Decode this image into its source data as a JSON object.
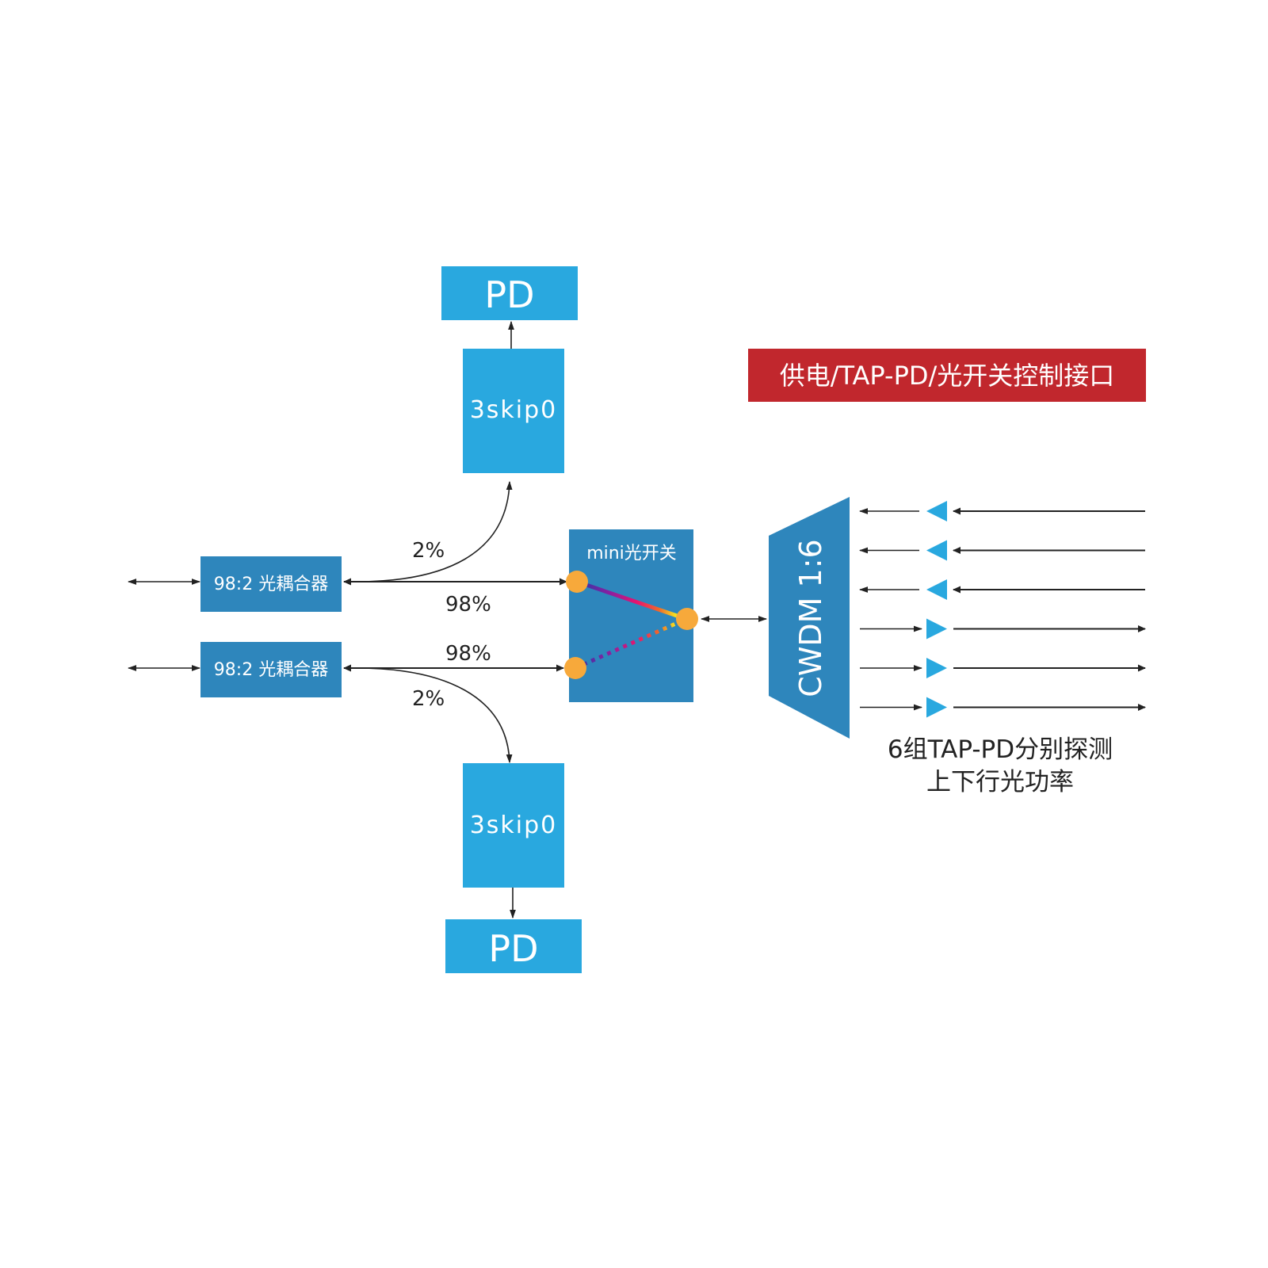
{
  "colors": {
    "light_blue": "#29a8df",
    "mid_blue": "#2e86bc",
    "red": "#c1272d",
    "orange": "#f7a93b",
    "line": "#222222",
    "text_white": "#ffffff"
  },
  "top_branch": {
    "pd_label": "PD",
    "filter_label": "3skip0",
    "split_label": "2%"
  },
  "bottom_branch": {
    "pd_label": "PD",
    "filter_label": "3skip0",
    "split_label": "2%"
  },
  "couplers": [
    {
      "label": "98:2 光耦合器",
      "through_label": "98%"
    },
    {
      "label": "98:2 光耦合器",
      "through_label": "98%"
    }
  ],
  "switch": {
    "label": "mini光开关"
  },
  "cwdm": {
    "label": "CWDM 1:6"
  },
  "control_banner": {
    "label": "供电/TAP-PD/光开关控制接口"
  },
  "tap_caption": {
    "line1": "6组TAP-PD分别探测",
    "line2": "上下行光功率"
  },
  "channels": [
    {
      "direction": "upstream"
    },
    {
      "direction": "upstream"
    },
    {
      "direction": "upstream"
    },
    {
      "direction": "downstream"
    },
    {
      "direction": "downstream"
    },
    {
      "direction": "downstream"
    }
  ]
}
